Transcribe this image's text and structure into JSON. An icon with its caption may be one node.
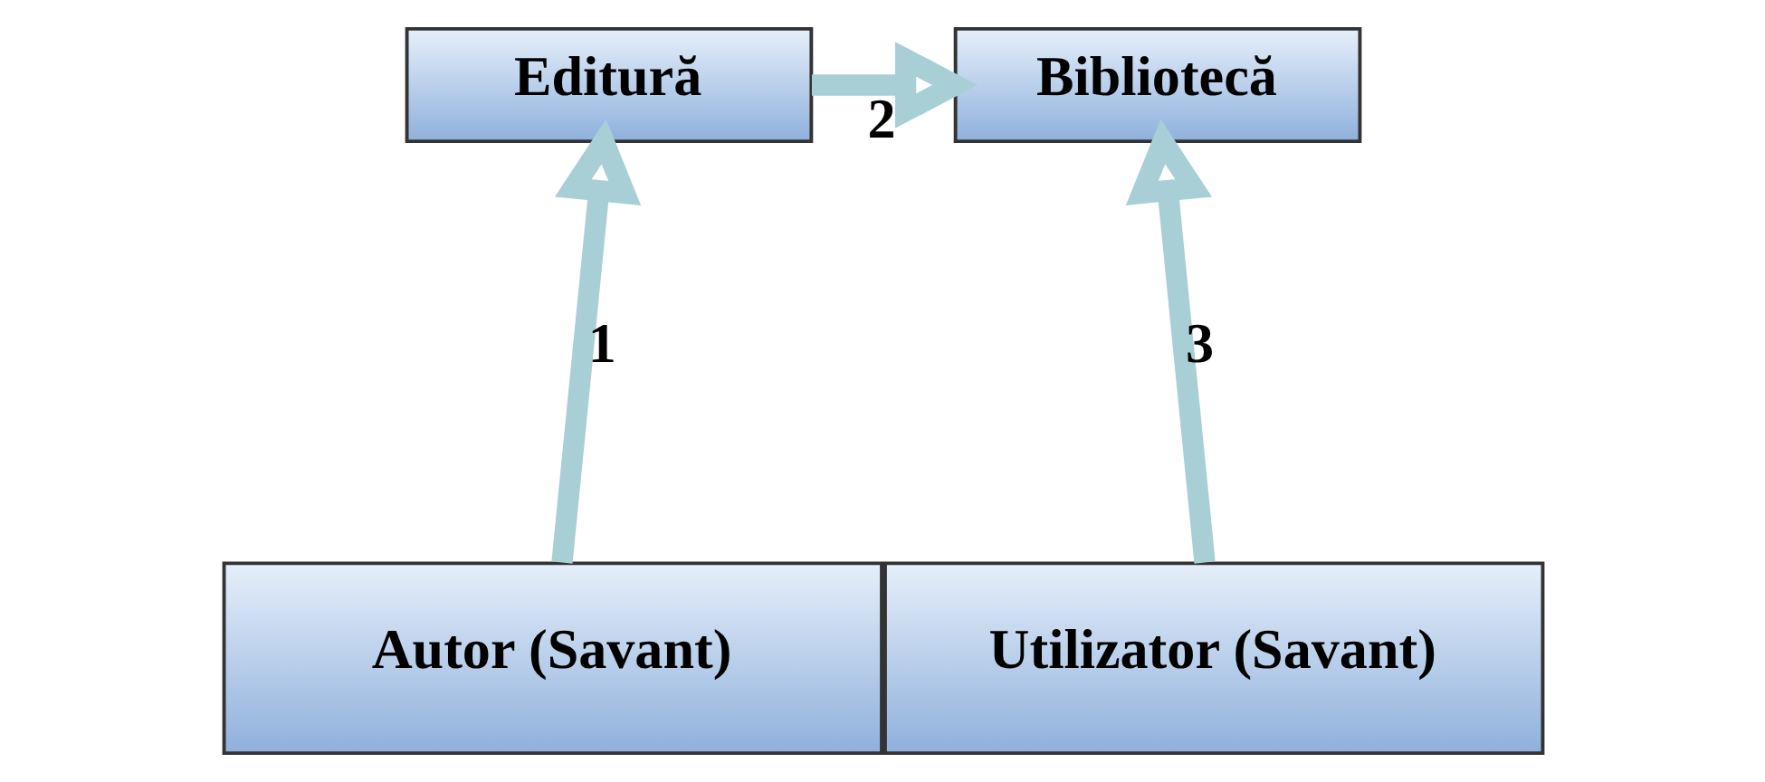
{
  "diagram": {
    "nodes": [
      {
        "text": [
          "Editură"
        ]
      },
      {
        "text": [
          "Bibliotecă"
        ]
      },
      {
        "text": [
          "Autor (Savant)"
        ]
      },
      {
        "text": [
          "Utilizator (Savant)"
        ]
      }
    ],
    "edges": [
      {
        "from": 2,
        "to": 0,
        "arrow": "to",
        "label": "1"
      },
      {
        "from": 0,
        "to": 1,
        "arrow": "to",
        "label": "2"
      },
      {
        "from": 3,
        "to": 1,
        "arrow": "to",
        "label": "3"
      }
    ]
  }
}
